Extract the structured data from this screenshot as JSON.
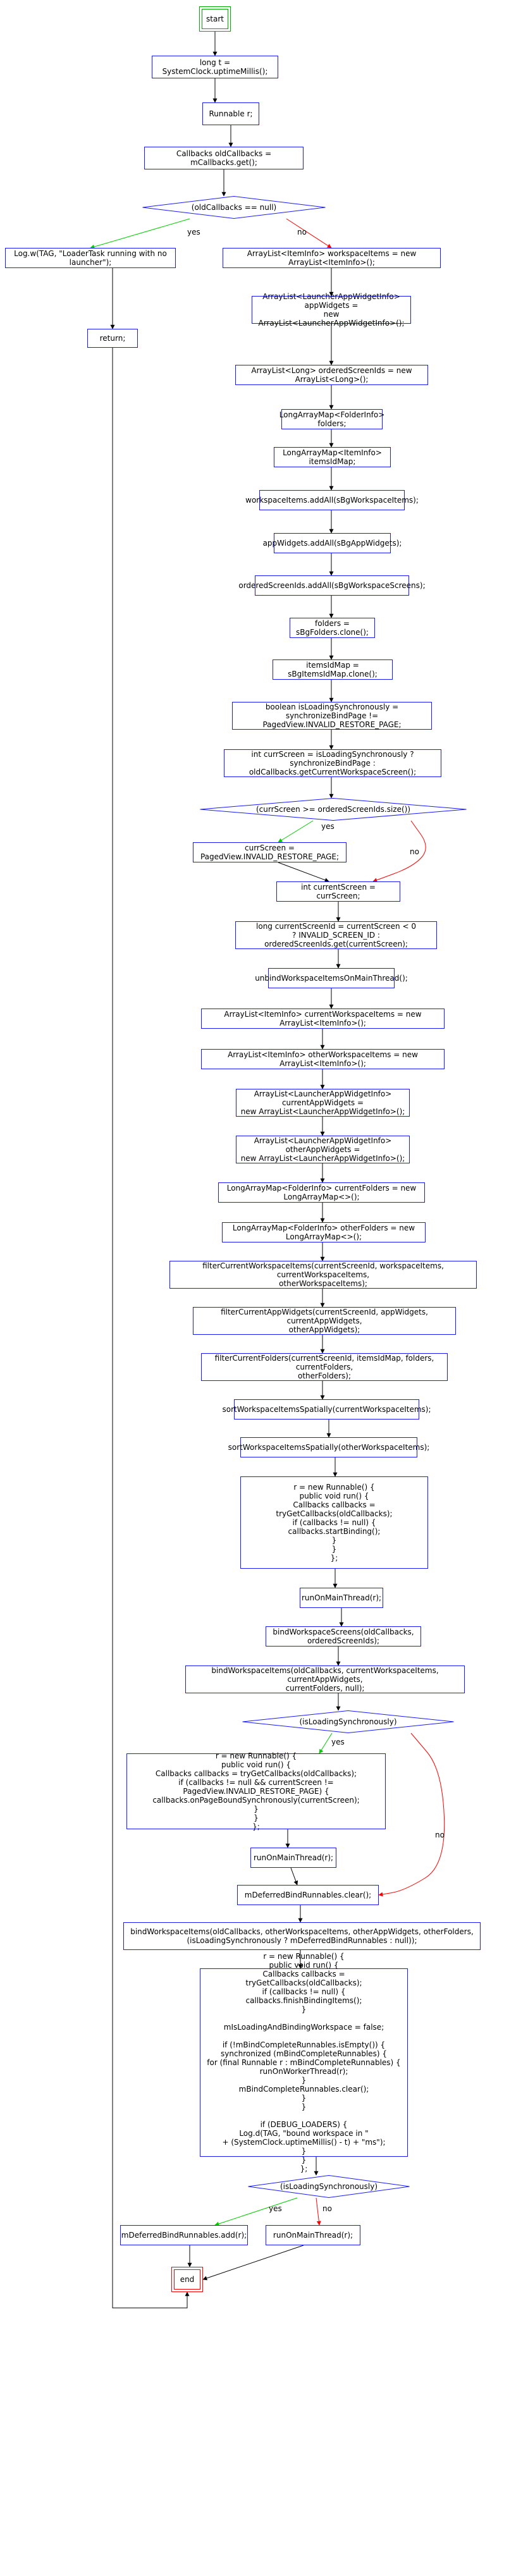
{
  "diagram": {
    "nodes": [
      {
        "id": "start",
        "kind": "start",
        "label": "start"
      },
      {
        "id": "n1",
        "kind": "process",
        "label": "long t = SystemClock.uptimeMillis();"
      },
      {
        "id": "n2",
        "kind": "process",
        "label": "Runnable r;"
      },
      {
        "id": "n3",
        "kind": "process",
        "label": "Callbacks oldCallbacks = mCallbacks.get();"
      },
      {
        "id": "d1",
        "kind": "decision",
        "label": "(oldCallbacks == null)"
      },
      {
        "id": "n4",
        "kind": "process",
        "label": "Log.w(TAG, \"LoaderTask running with no launcher\");"
      },
      {
        "id": "n5",
        "kind": "process",
        "label": "return;"
      },
      {
        "id": "n6",
        "kind": "process",
        "label": "ArrayList<ItemInfo> workspaceItems = new ArrayList<ItemInfo>();"
      },
      {
        "id": "n7",
        "kind": "process",
        "label": "ArrayList<LauncherAppWidgetInfo> appWidgets =\nnew ArrayList<LauncherAppWidgetInfo>();"
      },
      {
        "id": "n8",
        "kind": "process",
        "label": "ArrayList<Long> orderedScreenIds = new ArrayList<Long>();"
      },
      {
        "id": "n9",
        "kind": "process",
        "label": "LongArrayMap<FolderInfo> folders;"
      },
      {
        "id": "n10",
        "kind": "process",
        "label": "LongArrayMap<ItemInfo> itemsIdMap;"
      },
      {
        "id": "n11",
        "kind": "process",
        "label": "workspaceItems.addAll(sBgWorkspaceItems);"
      },
      {
        "id": "n12",
        "kind": "process",
        "label": "appWidgets.addAll(sBgAppWidgets);"
      },
      {
        "id": "n13",
        "kind": "process",
        "label": "orderedScreenIds.addAll(sBgWorkspaceScreens);"
      },
      {
        "id": "n14",
        "kind": "process",
        "label": "folders = sBgFolders.clone();"
      },
      {
        "id": "n15",
        "kind": "process",
        "label": "itemsIdMap = sBgItemsIdMap.clone();"
      },
      {
        "id": "n16",
        "kind": "process",
        "label": "boolean isLoadingSynchronously =\nsynchronizeBindPage != PagedView.INVALID_RESTORE_PAGE;"
      },
      {
        "id": "n17",
        "kind": "process",
        "label": "int currScreen = isLoadingSynchronously ? synchronizeBindPage :\noldCallbacks.getCurrentWorkspaceScreen();"
      },
      {
        "id": "d2",
        "kind": "decision",
        "label": "(currScreen >= orderedScreenIds.size())"
      },
      {
        "id": "n18",
        "kind": "process",
        "label": "currScreen = PagedView.INVALID_RESTORE_PAGE;"
      },
      {
        "id": "n19",
        "kind": "process",
        "label": "int currentScreen = currScreen;"
      },
      {
        "id": "n20",
        "kind": "process",
        "label": "long currentScreenId = currentScreen < 0\n? INVALID_SCREEN_ID : orderedScreenIds.get(currentScreen);"
      },
      {
        "id": "n21",
        "kind": "process",
        "label": "unbindWorkspaceItemsOnMainThread();"
      },
      {
        "id": "n22",
        "kind": "process",
        "label": "ArrayList<ItemInfo> currentWorkspaceItems = new ArrayList<ItemInfo>();"
      },
      {
        "id": "n23",
        "kind": "process",
        "label": "ArrayList<ItemInfo> otherWorkspaceItems = new ArrayList<ItemInfo>();"
      },
      {
        "id": "n24",
        "kind": "process",
        "label": "ArrayList<LauncherAppWidgetInfo> currentAppWidgets =\nnew ArrayList<LauncherAppWidgetInfo>();"
      },
      {
        "id": "n25",
        "kind": "process",
        "label": "ArrayList<LauncherAppWidgetInfo> otherAppWidgets =\nnew ArrayList<LauncherAppWidgetInfo>();"
      },
      {
        "id": "n26",
        "kind": "process",
        "label": "LongArrayMap<FolderInfo> currentFolders = new LongArrayMap<>();"
      },
      {
        "id": "n27",
        "kind": "process",
        "label": "LongArrayMap<FolderInfo> otherFolders = new LongArrayMap<>();"
      },
      {
        "id": "n28",
        "kind": "process",
        "label": "filterCurrentWorkspaceItems(currentScreenId, workspaceItems, currentWorkspaceItems,\notherWorkspaceItems);"
      },
      {
        "id": "n29",
        "kind": "process",
        "label": "filterCurrentAppWidgets(currentScreenId, appWidgets, currentAppWidgets,\notherAppWidgets);"
      },
      {
        "id": "n30",
        "kind": "process",
        "label": "filterCurrentFolders(currentScreenId, itemsIdMap, folders, currentFolders,\notherFolders);"
      },
      {
        "id": "n31",
        "kind": "process",
        "label": "sortWorkspaceItemsSpatially(currentWorkspaceItems);"
      },
      {
        "id": "n32",
        "kind": "process",
        "label": "sortWorkspaceItemsSpatially(otherWorkspaceItems);"
      },
      {
        "id": "n33",
        "kind": "process",
        "label": "r = new Runnable() {\npublic void run() {\nCallbacks callbacks = tryGetCallbacks(oldCallbacks);\nif (callbacks != null) {\ncallbacks.startBinding();\n}\n}\n};"
      },
      {
        "id": "n34",
        "kind": "process",
        "label": "runOnMainThread(r);"
      },
      {
        "id": "n35",
        "kind": "process",
        "label": "bindWorkspaceScreens(oldCallbacks, orderedScreenIds);"
      },
      {
        "id": "n36",
        "kind": "process",
        "label": "bindWorkspaceItems(oldCallbacks, currentWorkspaceItems, currentAppWidgets,\ncurrentFolders, null);"
      },
      {
        "id": "d3",
        "kind": "decision",
        "label": "(isLoadingSynchronously)"
      },
      {
        "id": "n37",
        "kind": "process",
        "label": "r = new Runnable() {\npublic void run() {\nCallbacks callbacks = tryGetCallbacks(oldCallbacks);\nif (callbacks != null && currentScreen != PagedView.INVALID_RESTORE_PAGE) {\ncallbacks.onPageBoundSynchronously(currentScreen);\n}\n}\n};"
      },
      {
        "id": "n38",
        "kind": "process",
        "label": "runOnMainThread(r);"
      },
      {
        "id": "n39",
        "kind": "process",
        "label": "mDeferredBindRunnables.clear();"
      },
      {
        "id": "n40",
        "kind": "process",
        "label": "bindWorkspaceItems(oldCallbacks, otherWorkspaceItems, otherAppWidgets, otherFolders,\n(isLoadingSynchronously ? mDeferredBindRunnables : null));"
      },
      {
        "id": "n41",
        "kind": "process",
        "label": "r = new Runnable() {\npublic void run() {\nCallbacks callbacks = tryGetCallbacks(oldCallbacks);\nif (callbacks != null) {\ncallbacks.finishBindingItems();\n}\n\nmIsLoadingAndBindingWorkspace = false;\n\nif (!mBindCompleteRunnables.isEmpty()) {\nsynchronized (mBindCompleteRunnables) {\nfor (final Runnable r : mBindCompleteRunnables) {\nrunOnWorkerThread(r);\n}\nmBindCompleteRunnables.clear();\n}\n}\n\nif (DEBUG_LOADERS) {\nLog.d(TAG, \"bound workspace in \"\n+ (SystemClock.uptimeMillis() - t) + \"ms\");\n}\n}\n};"
      },
      {
        "id": "d4",
        "kind": "decision",
        "label": "(isLoadingSynchronously)"
      },
      {
        "id": "n42",
        "kind": "process",
        "label": "mDeferredBindRunnables.add(r);"
      },
      {
        "id": "n43",
        "kind": "process",
        "label": "runOnMainThread(r);"
      },
      {
        "id": "end",
        "kind": "end",
        "label": "end"
      }
    ],
    "edges": [
      {
        "from": "start",
        "to": "n1",
        "label": "",
        "color": "#000000"
      },
      {
        "from": "n1",
        "to": "n2",
        "label": "",
        "color": "#000000"
      },
      {
        "from": "n2",
        "to": "n3",
        "label": "",
        "color": "#000000"
      },
      {
        "from": "n3",
        "to": "d1",
        "label": "",
        "color": "#000000"
      },
      {
        "from": "d1",
        "to": "n4",
        "label": "yes",
        "color": "#00cc00"
      },
      {
        "from": "d1",
        "to": "n6",
        "label": "no",
        "color": "#ff0000"
      },
      {
        "from": "n4",
        "to": "n5",
        "label": "",
        "color": "#000000"
      },
      {
        "from": "n5",
        "to": "end",
        "label": "",
        "color": "#000000"
      },
      {
        "from": "n6",
        "to": "n7",
        "label": "",
        "color": "#000000"
      },
      {
        "from": "n7",
        "to": "n8",
        "label": "",
        "color": "#000000"
      },
      {
        "from": "n8",
        "to": "n9",
        "label": "",
        "color": "#000000"
      },
      {
        "from": "n9",
        "to": "n10",
        "label": "",
        "color": "#000000"
      },
      {
        "from": "n10",
        "to": "n11",
        "label": "",
        "color": "#000000"
      },
      {
        "from": "n11",
        "to": "n12",
        "label": "",
        "color": "#000000"
      },
      {
        "from": "n12",
        "to": "n13",
        "label": "",
        "color": "#000000"
      },
      {
        "from": "n13",
        "to": "n14",
        "label": "",
        "color": "#000000"
      },
      {
        "from": "n14",
        "to": "n15",
        "label": "",
        "color": "#000000"
      },
      {
        "from": "n15",
        "to": "n16",
        "label": "",
        "color": "#000000"
      },
      {
        "from": "n16",
        "to": "n17",
        "label": "",
        "color": "#000000"
      },
      {
        "from": "n17",
        "to": "d2",
        "label": "",
        "color": "#000000"
      },
      {
        "from": "d2",
        "to": "n18",
        "label": "yes",
        "color": "#00cc00"
      },
      {
        "from": "d2",
        "to": "n19",
        "label": "no",
        "color": "#ff0000"
      },
      {
        "from": "n18",
        "to": "n19",
        "label": "",
        "color": "#000000"
      },
      {
        "from": "n19",
        "to": "n20",
        "label": "",
        "color": "#000000"
      },
      {
        "from": "n20",
        "to": "n21",
        "label": "",
        "color": "#000000"
      },
      {
        "from": "n21",
        "to": "n22",
        "label": "",
        "color": "#000000"
      },
      {
        "from": "n22",
        "to": "n23",
        "label": "",
        "color": "#000000"
      },
      {
        "from": "n23",
        "to": "n24",
        "label": "",
        "color": "#000000"
      },
      {
        "from": "n24",
        "to": "n25",
        "label": "",
        "color": "#000000"
      },
      {
        "from": "n25",
        "to": "n26",
        "label": "",
        "color": "#000000"
      },
      {
        "from": "n26",
        "to": "n27",
        "label": "",
        "color": "#000000"
      },
      {
        "from": "n27",
        "to": "n28",
        "label": "",
        "color": "#000000"
      },
      {
        "from": "n28",
        "to": "n29",
        "label": "",
        "color": "#000000"
      },
      {
        "from": "n29",
        "to": "n30",
        "label": "",
        "color": "#000000"
      },
      {
        "from": "n30",
        "to": "n31",
        "label": "",
        "color": "#000000"
      },
      {
        "from": "n31",
        "to": "n32",
        "label": "",
        "color": "#000000"
      },
      {
        "from": "n32",
        "to": "n33",
        "label": "",
        "color": "#000000"
      },
      {
        "from": "n33",
        "to": "n34",
        "label": "",
        "color": "#000000"
      },
      {
        "from": "n34",
        "to": "n35",
        "label": "",
        "color": "#000000"
      },
      {
        "from": "n35",
        "to": "n36",
        "label": "",
        "color": "#000000"
      },
      {
        "from": "n36",
        "to": "d3",
        "label": "",
        "color": "#000000"
      },
      {
        "from": "d3",
        "to": "n37",
        "label": "yes",
        "color": "#00cc00"
      },
      {
        "from": "d3",
        "to": "n39",
        "label": "no",
        "color": "#ff0000"
      },
      {
        "from": "n37",
        "to": "n38",
        "label": "",
        "color": "#000000"
      },
      {
        "from": "n38",
        "to": "n39",
        "label": "",
        "color": "#000000"
      },
      {
        "from": "n39",
        "to": "n40",
        "label": "",
        "color": "#000000"
      },
      {
        "from": "n40",
        "to": "n41",
        "label": "",
        "color": "#000000"
      },
      {
        "from": "n41",
        "to": "d4",
        "label": "",
        "color": "#000000"
      },
      {
        "from": "d4",
        "to": "n42",
        "label": "yes",
        "color": "#00cc00"
      },
      {
        "from": "d4",
        "to": "n43",
        "label": "no",
        "color": "#ff0000"
      },
      {
        "from": "n42",
        "to": "end",
        "label": "",
        "color": "#000000"
      },
      {
        "from": "n43",
        "to": "end",
        "label": "",
        "color": "#000000"
      }
    ]
  }
}
